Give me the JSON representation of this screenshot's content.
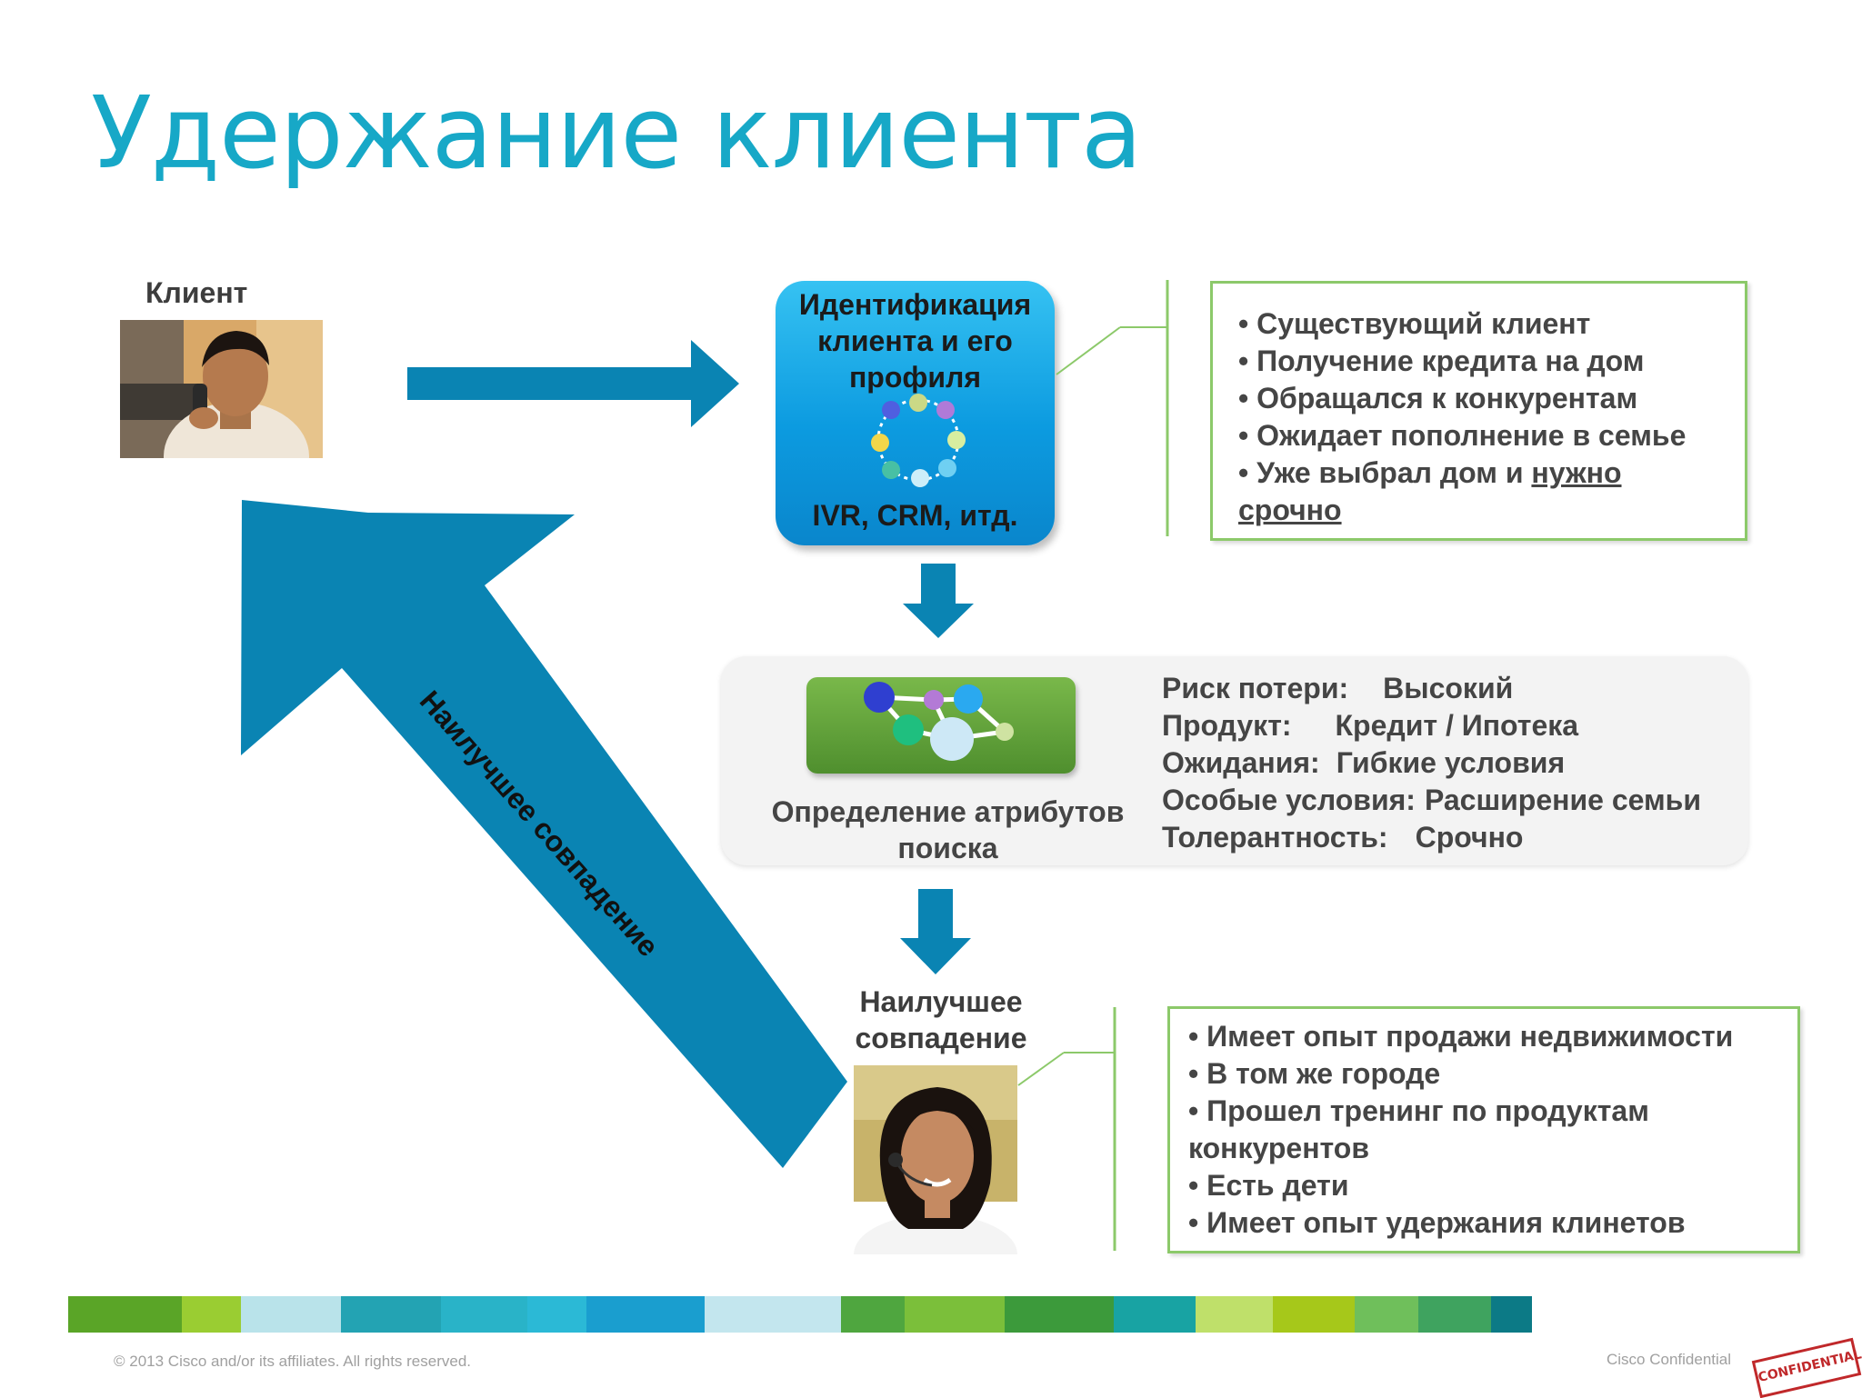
{
  "title": "Удержание клиента",
  "client": {
    "label": "Клиент"
  },
  "identification": {
    "title_lines": [
      "Идентификация",
      "клиента и его",
      "профиля"
    ],
    "subtitle": "IVR, CRM, итд."
  },
  "customer_profile": {
    "items": [
      "• Существующий клиент",
      "• Получение кредита на дом",
      "• Обращался к конкурентам",
      "• Ожидает пополнение в семье"
    ],
    "last_item_prefix": "• Уже выбрал дом и ",
    "last_item_underlined_1": "нужно",
    "last_item_underlined_2": "срочно"
  },
  "search_attributes": {
    "caption_lines": [
      "Определение атрибутов",
      "поиска"
    ],
    "rows": [
      {
        "key": "Риск потери:",
        "value": "Высокий"
      },
      {
        "key": "Продукт:",
        "value": "Кредит / Ипотека"
      },
      {
        "key": "Ожидания:",
        "value": "Гибкие условия"
      },
      {
        "key": "Особые условия:",
        "value": "Расширение семьи"
      },
      {
        "key": "Толерантность:",
        "value": "Срочно"
      }
    ]
  },
  "best_match": {
    "label_lines": [
      "Наилучшее",
      "совпадение"
    ],
    "return_arrow_label": "Наилучшее совпадение"
  },
  "agent_profile": {
    "items": [
      "• Имеет опыт продажи недвижимости",
      "• В том же городе",
      "• Прошел тренинг по продуктам",
      "конкурентов",
      "• Есть дети",
      "• Имеет опыт удержания клинетов"
    ]
  },
  "footer": {
    "copyright": "© 2013 Cisco and/or its affiliates. All rights reserved.",
    "confidential": "Cisco Confidential",
    "stamp": "CONFIDENTIAL"
  },
  "colors": {
    "title": "#17a8c7",
    "arrow": "#0a84b3",
    "box_border": "#8cc96a",
    "bar": [
      "#5aa527",
      "#9acd32",
      "#b9e3ea",
      "#23a3b3",
      "#29b3c8",
      "#2bb9d6",
      "#1a9ecf",
      "#c3e6ee",
      "#4fa63f",
      "#7bbf3a",
      "#3c9a3b",
      "#18a3a3",
      "#bfe06a",
      "#a6c81a",
      "#6fbf5b",
      "#3fa35f",
      "#0c7a86"
    ]
  }
}
